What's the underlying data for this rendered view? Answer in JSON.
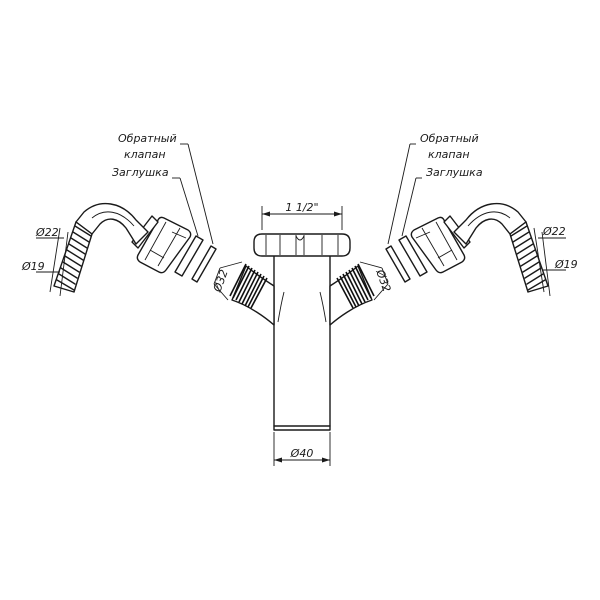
{
  "labels": {
    "check_valve_left": [
      "Обратный",
      "клапан"
    ],
    "plug_left": "Заглушка",
    "check_valve_right": [
      "Обратный",
      "клапан"
    ],
    "plug_right": "Заглушка"
  },
  "dimensions": {
    "top_thread": "1 1/2\"",
    "bottom_diameter": "Ø40",
    "left_branch_diameter": "Ø32",
    "right_branch_diameter": "Ø32",
    "left_hose_outer": "Ø22",
    "left_hose_inner": "Ø19",
    "right_hose_outer": "Ø22",
    "right_hose_inner": "Ø19"
  }
}
